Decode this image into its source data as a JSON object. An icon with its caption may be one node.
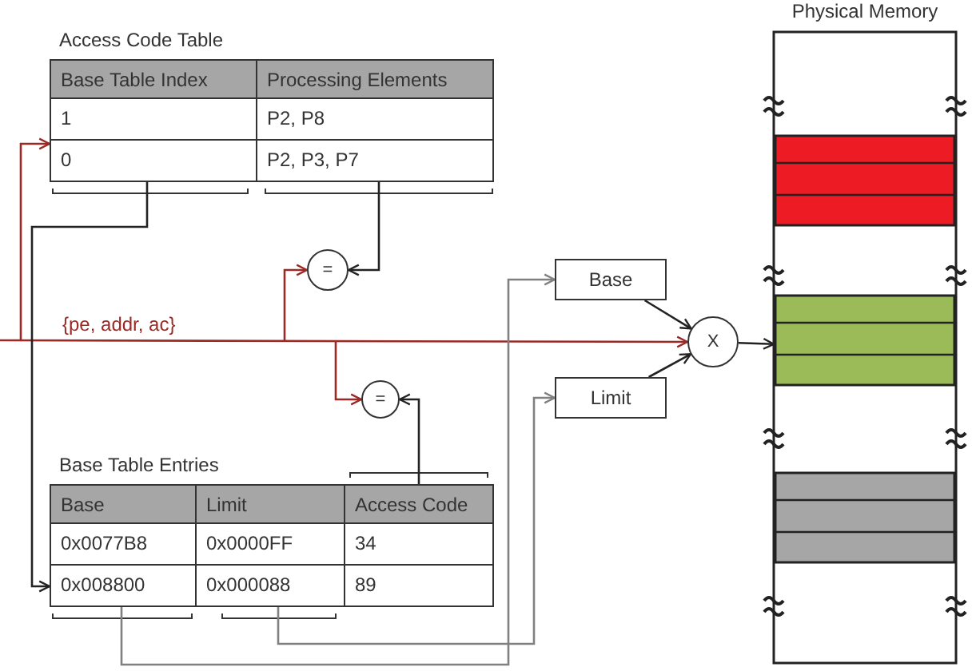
{
  "diagram": {
    "nodes": [
      {
        "text": [
          "Access Code Table"
        ]
      },
      {
        "text": [
          "Base Table Index",
          "1",
          "0"
        ],
        "in": 0
      },
      {
        "text": [
          "Processing Elements",
          "P2, P8",
          "P2, P3, P7"
        ],
        "in": 0
      },
      {
        "text": [
          "="
        ]
      },
      {
        "text": [
          "="
        ]
      },
      {
        "text": [
          "Base Table Entries"
        ]
      },
      {
        "text": [
          "Base",
          "0x0077B8",
          "0x008800"
        ],
        "in": 5
      },
      {
        "text": [
          "Limit",
          "0x0000FF",
          "0x000088"
        ],
        "in": 5
      },
      {
        "text": [
          "Access Code",
          "34",
          "89"
        ],
        "in": 5
      },
      {
        "text": [
          "Base"
        ]
      },
      {
        "text": [
          "Limit"
        ]
      },
      {
        "text": [
          "X"
        ]
      },
      {
        "text": [
          "Physical Memory"
        ]
      }
    ],
    "edges": [
      {
        "from": null,
        "to": 11,
        "arrow": "to",
        "label": "{pe, addr, ac}",
        "color": "#9b2a26"
      },
      {
        "from": null,
        "to": 1,
        "arrow": "to",
        "color": "#9b2a26"
      },
      {
        "from": null,
        "to": 3,
        "arrow": "to",
        "color": "#9b2a26"
      },
      {
        "from": null,
        "to": 4,
        "arrow": "to",
        "color": "#9b2a26"
      },
      {
        "from": 2,
        "to": 3,
        "arrow": "to"
      },
      {
        "from": 8,
        "to": 4,
        "arrow": "to"
      },
      {
        "from": 1,
        "to": 6,
        "arrow": "to"
      },
      {
        "from": 6,
        "to": 9,
        "arrow": "to",
        "color": "#808080"
      },
      {
        "from": 7,
        "to": 10,
        "arrow": "to",
        "color": "#808080"
      },
      {
        "from": 9,
        "to": 11,
        "arrow": "to"
      },
      {
        "from": 10,
        "to": 11,
        "arrow": "to"
      },
      {
        "from": 11,
        "to": 12,
        "arrow": "to"
      }
    ]
  }
}
